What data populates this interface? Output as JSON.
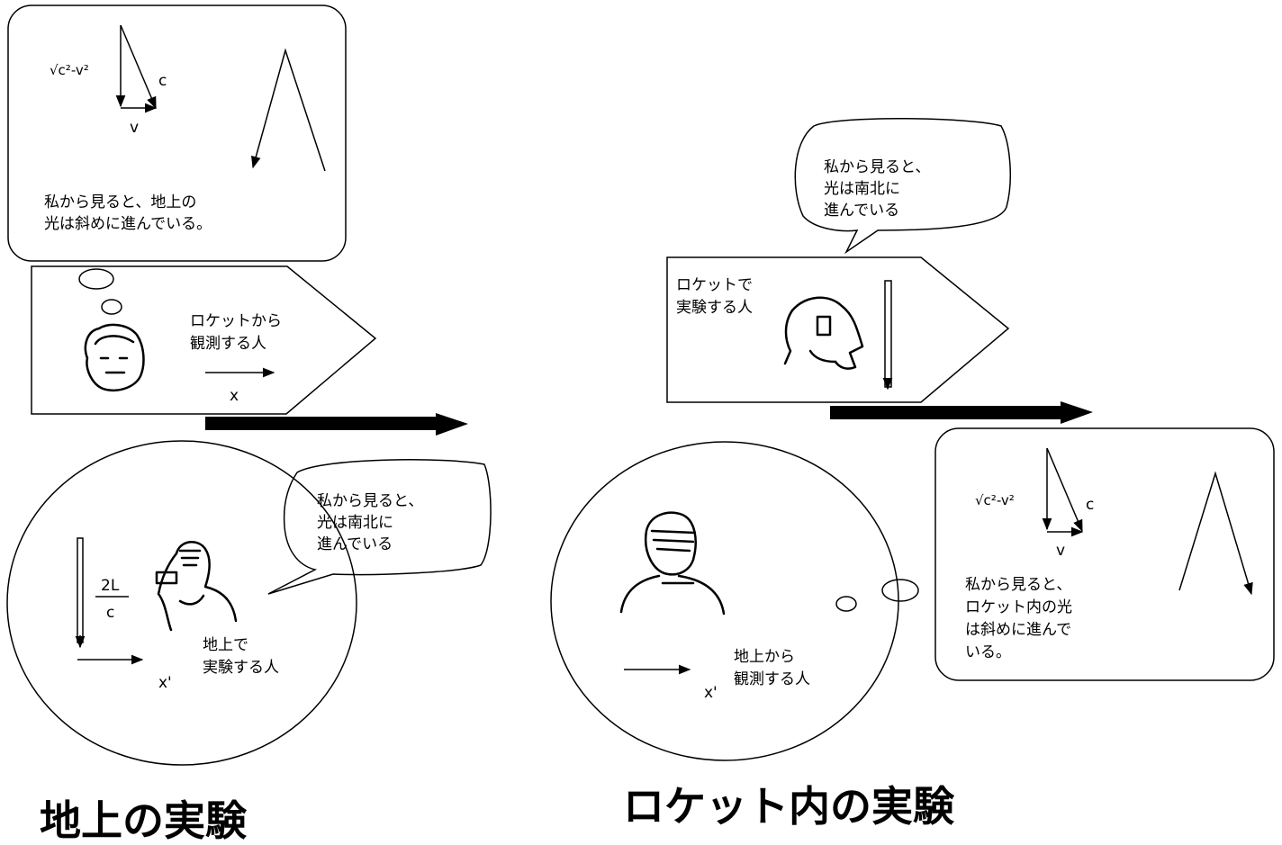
{
  "left": {
    "caption": "地上の実験",
    "top_box": {
      "sqrt_label": "√c²-v²",
      "c_label": "c",
      "v_label": "v",
      "text_lines": [
        "私から見ると、地上の",
        "光は斜めに進んでいる。"
      ]
    },
    "rocket": {
      "label_lines": [
        "ロケットから",
        "観測する人"
      ],
      "axis_label": "x"
    },
    "ground": {
      "fraction_num": "2L",
      "fraction_den": "c",
      "axis_label": "x'",
      "label_lines": [
        "地上で",
        "実験する人"
      ],
      "speech_lines": [
        "私から見ると、",
        "光は南北に",
        "進んでいる"
      ]
    }
  },
  "right": {
    "caption": "ロケット内の実験",
    "speech_lines": [
      "私から見ると、",
      "光は南北に",
      "進んでいる"
    ],
    "rocket": {
      "label_lines": [
        "ロケットで",
        "実験する人"
      ]
    },
    "ground": {
      "axis_label": "x'",
      "label_lines": [
        "地上から",
        "観測する人"
      ]
    },
    "thought_box": {
      "sqrt_label": "√c²-v²",
      "c_label": "c",
      "v_label": "v",
      "text_lines": [
        "私から見ると、",
        "ロケット内の光",
        "は斜めに進んで",
        "いる。"
      ]
    }
  }
}
